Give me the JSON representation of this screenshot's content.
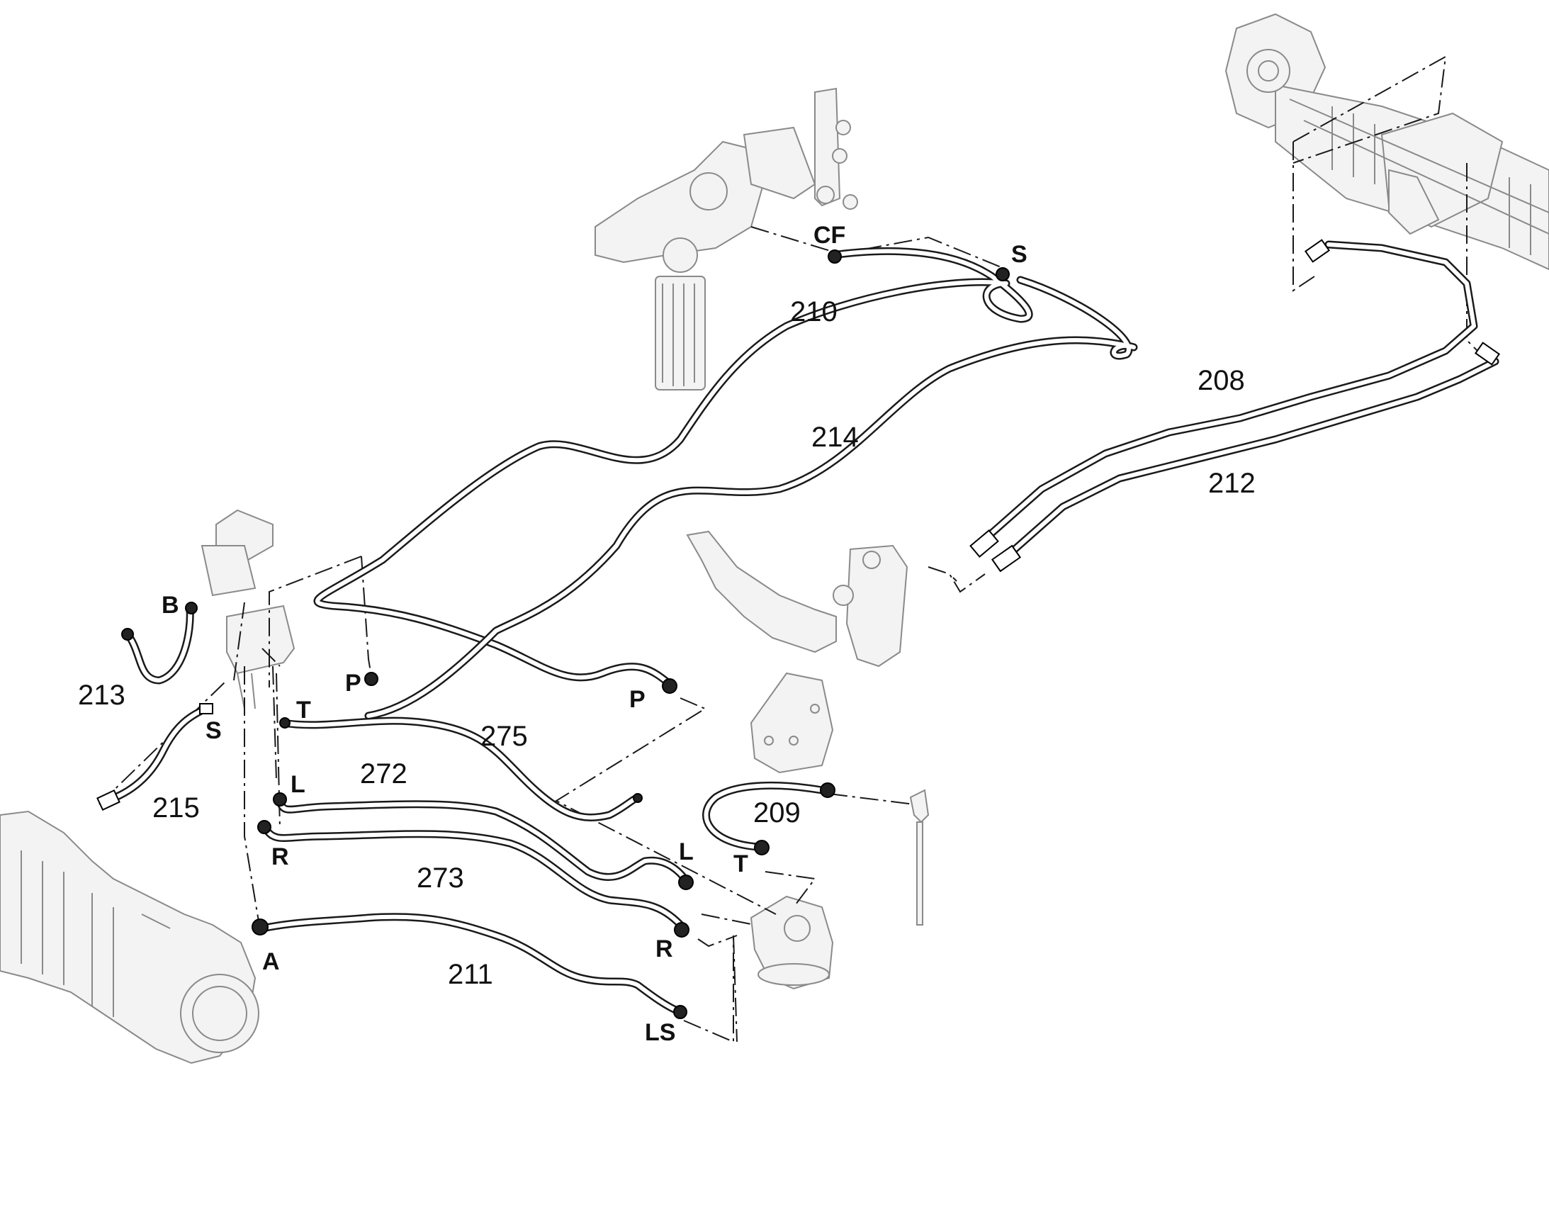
{
  "diagram": {
    "hoses": [
      {
        "ref": "208"
      },
      {
        "ref": "209"
      },
      {
        "ref": "210"
      },
      {
        "ref": "211"
      },
      {
        "ref": "212"
      },
      {
        "ref": "213"
      },
      {
        "ref": "214"
      },
      {
        "ref": "215"
      },
      {
        "ref": "272"
      },
      {
        "ref": "273"
      },
      {
        "ref": "275"
      }
    ],
    "ports": {
      "cf": "CF",
      "s_top": "S",
      "b": "B",
      "s_left": "S",
      "p_left": "P",
      "p_right": "P",
      "t_left": "T",
      "l_left": "L",
      "r_left": "R",
      "a": "A",
      "l_right": "L",
      "r_right": "R",
      "ls": "LS",
      "t_right": "T"
    }
  }
}
